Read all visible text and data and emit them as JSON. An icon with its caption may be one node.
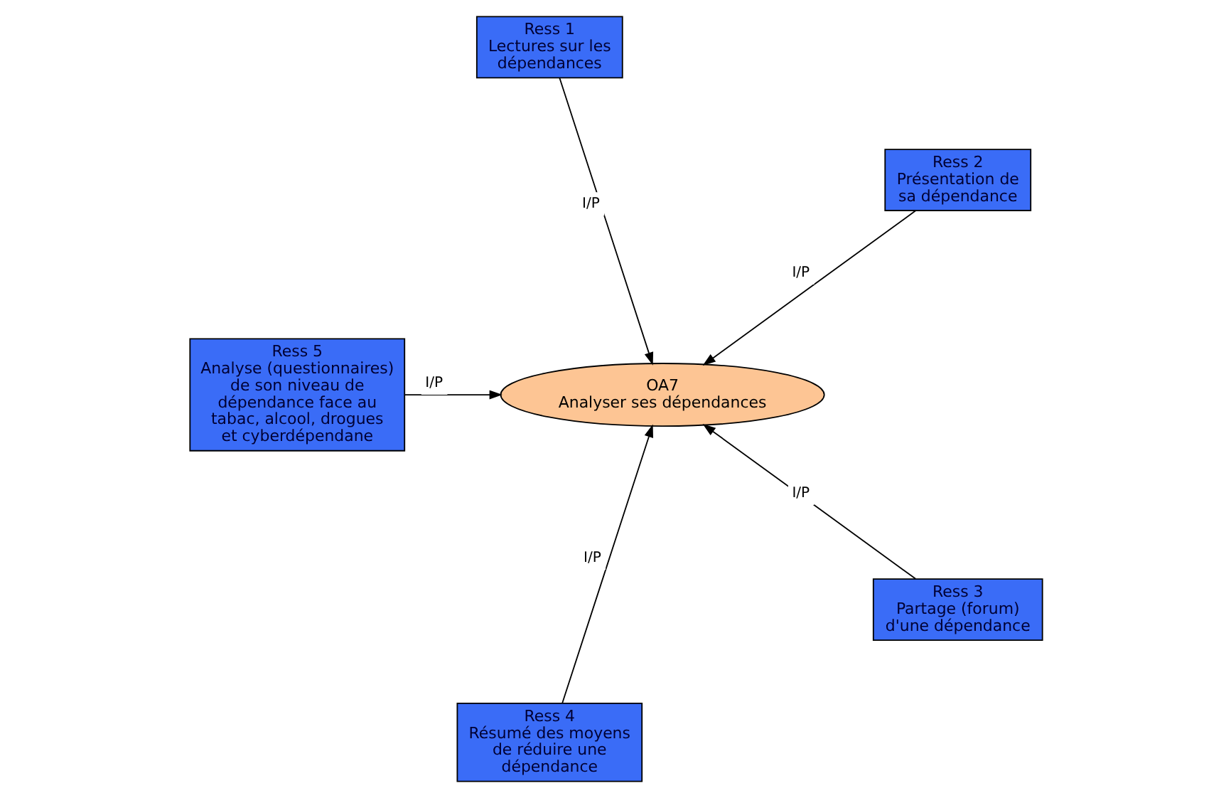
{
  "diagram": {
    "nodes": [
      {
        "text": [
          "Ress 1",
          "Lectures sur les dépendances"
        ]
      },
      {
        "text": [
          "Ress 5",
          "Analyse (questionnaires) de son niveau de dépendance face au tabac, alcool, drogues et cyberdépendane"
        ]
      },
      {
        "text": [
          "OA7",
          "Analyser ses dépendances"
        ]
      },
      {
        "text": [
          "Ress 2",
          "Présentation de sa dépendance"
        ]
      },
      {
        "text": [
          "Ress 3",
          "Partage (forum) d'une dépendance"
        ]
      },
      {
        "text": [
          "Ress 4",
          "Résumé des moyens de réduire une dépendance"
        ]
      }
    ],
    "edges": [
      {
        "from": 0,
        "to": 2,
        "arrow": "to",
        "label": "I/P"
      },
      {
        "from": 3,
        "to": 2,
        "arrow": "to",
        "label": "I/P"
      },
      {
        "from": 4,
        "to": 2,
        "arrow": "to",
        "label": "I/P"
      },
      {
        "from": 5,
        "to": 2,
        "arrow": "to",
        "label": "I/P"
      },
      {
        "from": 1,
        "to": 2,
        "arrow": "to",
        "label": "I/P"
      }
    ]
  }
}
